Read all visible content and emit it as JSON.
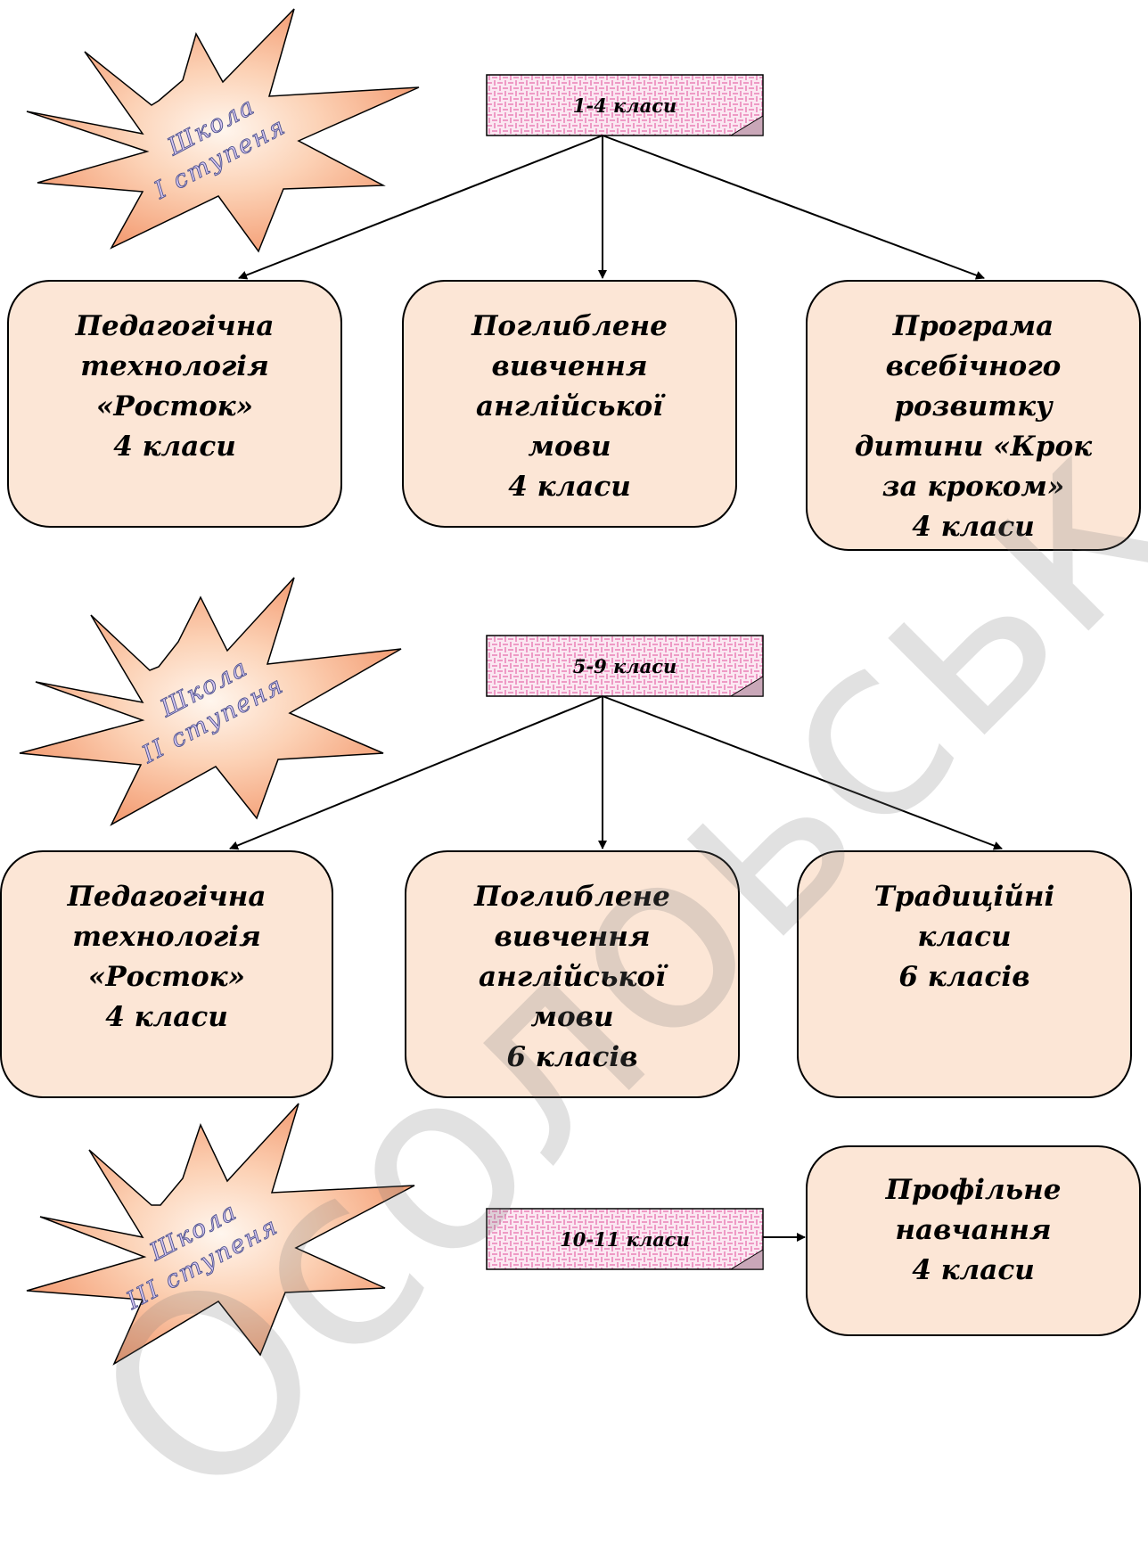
{
  "colors": {
    "box_fill": "#fce6d6",
    "burst_outer": "#f6a27a",
    "burst_inner": "#fff3e8",
    "label_pattern": "#f0a0c8",
    "burst_text": "#d8c9f3"
  },
  "watermark": "Осолоьськ... ОШ №",
  "stages": [
    {
      "burst": {
        "line1": "Школа",
        "line2": "І ступеня"
      },
      "grades_label": "1-4 класи",
      "boxes": [
        {
          "lines": [
            "Педагогічна",
            "технологія",
            "«Росток»",
            "4 класи"
          ]
        },
        {
          "lines": [
            "Поглиблене",
            "вивчення",
            "англійської",
            "мови",
            "4 класи"
          ]
        },
        {
          "lines": [
            "Програма",
            "всебічного",
            "розвитку",
            "дитини «Крок",
            "за кроком»",
            "4 класи"
          ]
        }
      ]
    },
    {
      "burst": {
        "line1": "Школа",
        "line2": "ІІ ступеня"
      },
      "grades_label": "5-9 класи",
      "boxes": [
        {
          "lines": [
            "Педагогічна",
            "технологія",
            "«Росток»",
            "4 класи"
          ]
        },
        {
          "lines": [
            "Поглиблене",
            "вивчення",
            "англійської",
            "мови",
            "6 класів"
          ]
        },
        {
          "lines": [
            "Традиційні",
            "класи",
            "6 класів"
          ]
        }
      ]
    },
    {
      "burst": {
        "line1": "Школа",
        "line2": "ІІІ ступеня"
      },
      "grades_label": "10-11 класи",
      "boxes": [
        {
          "lines": [
            "Профільне",
            "навчання",
            "4 класи"
          ]
        }
      ]
    }
  ]
}
